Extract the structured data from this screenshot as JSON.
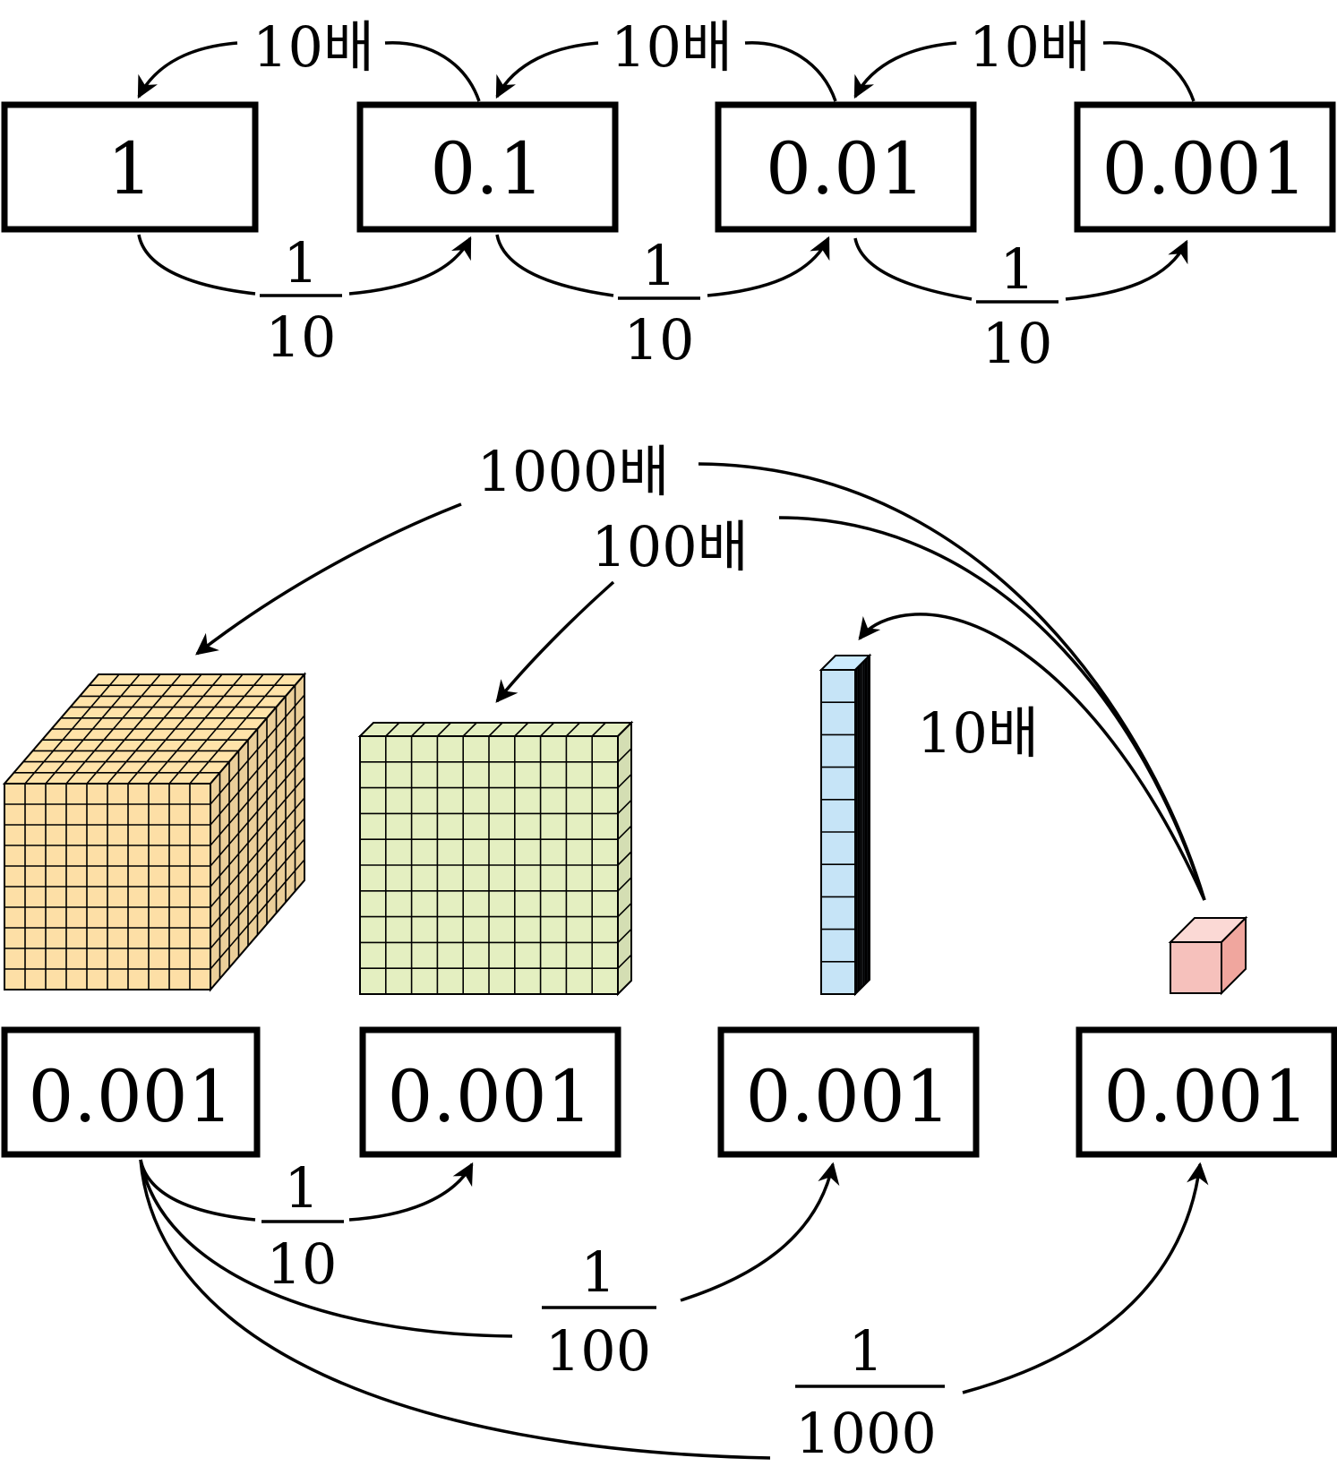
{
  "top_row": {
    "boxes": [
      "1",
      "0.1",
      "0.01",
      "0.001"
    ],
    "times_label": "10배",
    "fraction": {
      "numerator": "1",
      "denominator": "10"
    }
  },
  "bottom_row": {
    "boxes": [
      "0.001",
      "0.001",
      "0.001",
      "0.001"
    ],
    "multiplier_labels": {
      "thousand": "1000배",
      "hundred": "100배",
      "ten": "10배"
    },
    "fractions": [
      {
        "numerator": "1",
        "denominator": "10"
      },
      {
        "numerator": "1",
        "denominator": "100"
      },
      {
        "numerator": "1",
        "denominator": "1000"
      }
    ]
  },
  "blocks": {
    "cube": {
      "name": "thousand-block",
      "color": "#fddfa6"
    },
    "flat": {
      "name": "hundred-flat",
      "color": "#e4efc1"
    },
    "rod": {
      "name": "ten-rod",
      "color": "#c6e4f7"
    },
    "unit": {
      "name": "unit-cube",
      "color_front": "#f6c1bc",
      "color_top": "#fbd9d5",
      "color_side": "#f0a69e"
    }
  }
}
